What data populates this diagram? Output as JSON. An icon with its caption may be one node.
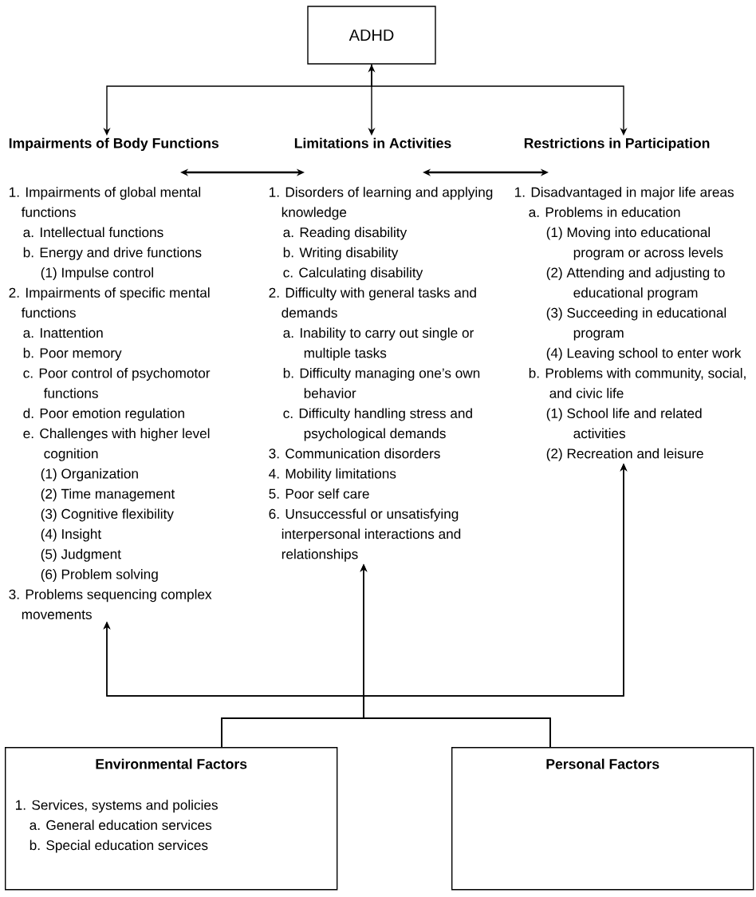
{
  "diagram": {
    "nodes": [
      {
        "text": [
          "ADHD"
        ]
      },
      {
        "text": [
          "Impairments of Body Functions",
          "1. Impairments of global mental functions",
          "a. Intellectual functions",
          "b. Energy and drive functions",
          "(1) Impulse control",
          "2. Impairments of specific mental functions",
          "a. Inattention",
          "b. Poor memory",
          "c. Poor control of psychomotor functions",
          "d. Poor emotion regulation",
          "e. Challenges with higher level cognition",
          "(1) Organization",
          "(2) Time management",
          "(3) Cognitive flexibility",
          "(4) Insight",
          "(5) Judgment",
          "(6) Problem solving",
          "3. Problems sequencing complex movements"
        ]
      },
      {
        "text": [
          "Limitations in Activities",
          "1. Disorders of learning and applying knowledge",
          "a. Reading disability",
          "b. Writing disability",
          "c. Calculating disability",
          "2. Difficulty with general tasks and demands",
          "a. Inability to carry out single or multiple tasks",
          "b. Difficulty managing one’s own behavior",
          "c. Difficulty handling stress and psychological demands",
          "3. Communication disorders",
          "4. Mobility limitations",
          "5. Poor self care",
          "6. Unsuccessful or unsatisfying interpersonal interactions and relationships"
        ]
      },
      {
        "text": [
          "Restrictions in Participation",
          "1. Disadvantaged in major life areas",
          "a. Problems in education",
          "(1) Moving into educational program or across levels",
          "(2) Attending and adjusting to educational program",
          "(3) Succeeding in educational program",
          "(4) Leaving school to enter work",
          "b. Problems with community, social, and civic life",
          "(1) School life and related activities",
          "(2) Recreation and leisure"
        ]
      },
      {
        "text": [
          "Environmental Factors",
          "1. Services, systems and policies",
          "a. General education services",
          "b. Special education services"
        ]
      },
      {
        "text": [
          "Personal Factors"
        ]
      }
    ],
    "edges": [
      {
        "from": 0,
        "to": 2,
        "arrow": "both"
      },
      {
        "from": 0,
        "to": 1,
        "arrow": "to"
      },
      {
        "from": 0,
        "to": 3,
        "arrow": "to"
      },
      {
        "from": 1,
        "to": 2,
        "arrow": "both"
      },
      {
        "from": 2,
        "to": 3,
        "arrow": "both"
      },
      {
        "from": 4,
        "to": 1,
        "arrow": "to"
      },
      {
        "from": 4,
        "to": 2,
        "arrow": "to"
      },
      {
        "from": 4,
        "to": 3,
        "arrow": "to"
      },
      {
        "from": 5,
        "to": 1,
        "arrow": "to"
      },
      {
        "from": 5,
        "to": 2,
        "arrow": "to"
      },
      {
        "from": 5,
        "to": 3,
        "arrow": "to"
      }
    ]
  }
}
